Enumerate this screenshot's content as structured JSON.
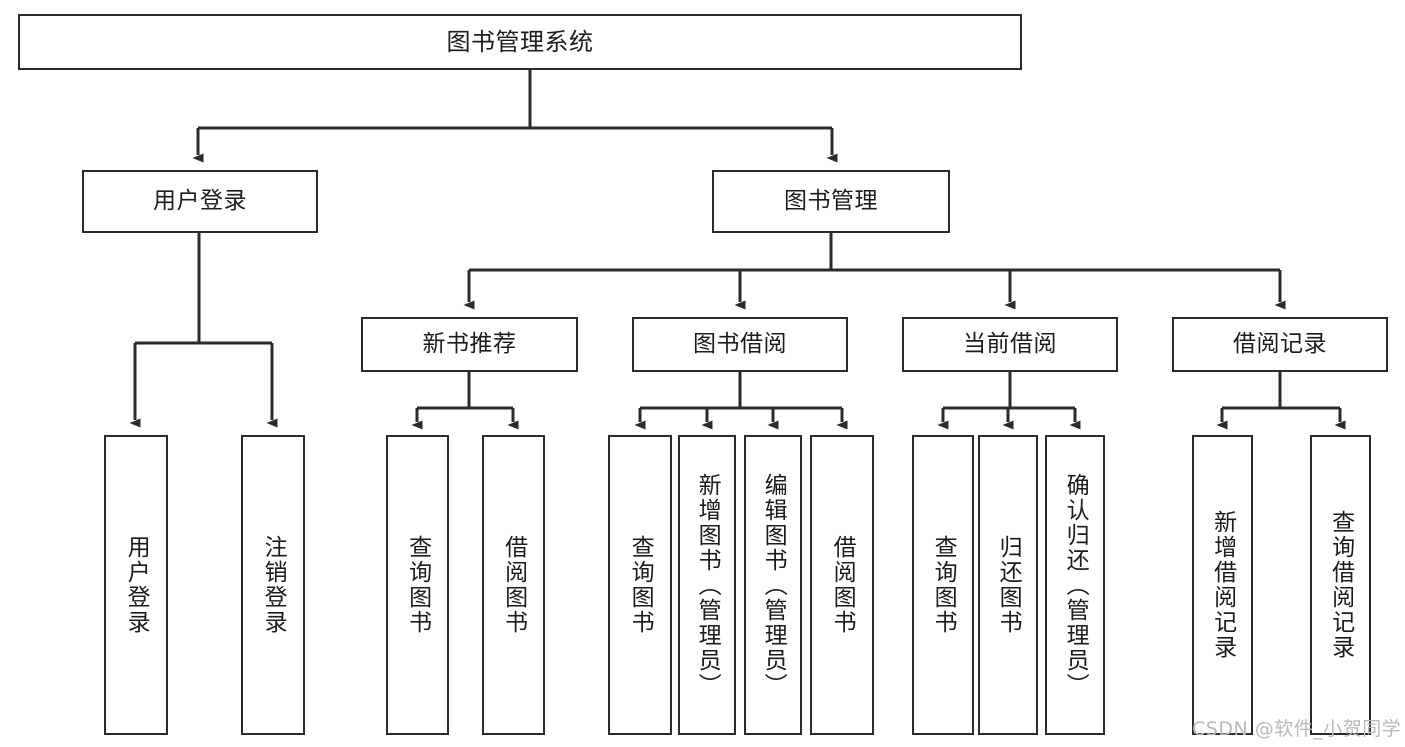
{
  "diagram": {
    "title": "图书管理系统",
    "watermark": "CSDN @软件_小贺同学",
    "colors": {
      "background": "#ffffff",
      "box_border": "#2b2b2b",
      "box_fill": "#ffffff",
      "edge": "#2b2b2b",
      "text": "#1c1c1c",
      "watermark": "#b9b9b9"
    },
    "root": {
      "label": "图书管理系统"
    },
    "level1": [
      {
        "label": "用户登录"
      },
      {
        "label": "图书管理"
      }
    ],
    "level2": [
      {
        "label": "新书推荐"
      },
      {
        "label": "图书借阅"
      },
      {
        "label": "当前借阅"
      },
      {
        "label": "借阅记录"
      }
    ],
    "leaves": {
      "user_login": [
        {
          "label": "用户登录"
        },
        {
          "label": "注销登录"
        }
      ],
      "new_book_recommend": [
        {
          "label": "查询图书"
        },
        {
          "label": "借阅图书"
        }
      ],
      "book_borrow": [
        {
          "label": "查询图书"
        },
        {
          "label": "新增图书（管理员）"
        },
        {
          "label": "编辑图书（管理员）"
        },
        {
          "label": "借阅图书"
        }
      ],
      "current_borrow": [
        {
          "label": "查询图书"
        },
        {
          "label": "归还图书"
        },
        {
          "label": "确认归还（管理员）"
        }
      ],
      "borrow_record": [
        {
          "label": "新增借阅记录"
        },
        {
          "label": "查询借阅记录"
        }
      ]
    }
  }
}
